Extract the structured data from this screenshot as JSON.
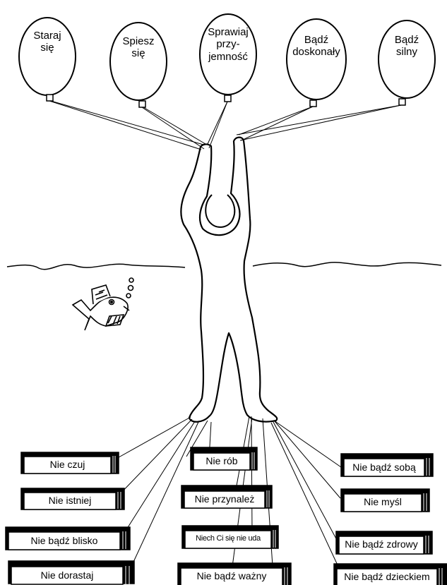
{
  "balloons": [
    {
      "lines": [
        "Staraj",
        "się"
      ]
    },
    {
      "lines": [
        "Spiesz",
        "się"
      ]
    },
    {
      "lines": [
        "Sprawiaj",
        "przy-",
        "jemność"
      ]
    },
    {
      "lines": [
        "Bądź",
        "doskonały"
      ]
    },
    {
      "lines": [
        "Bądź",
        "silny"
      ]
    }
  ],
  "weights": [
    {
      "label": "Nie czuj"
    },
    {
      "label": "Nie istniej"
    },
    {
      "label": "Nie bądź blisko"
    },
    {
      "label": "Nie dorastaj"
    },
    {
      "label": "Nie rób"
    },
    {
      "label": "Nie przynależ"
    },
    {
      "label": "Niech Ci się nie uda"
    },
    {
      "label": "Nie bądź ważny"
    },
    {
      "label": "Nie bądź sobą"
    },
    {
      "label": "Nie myśl"
    },
    {
      "label": "Nie bądź zdrowy"
    },
    {
      "label": "Nie bądź dzieckiem"
    }
  ]
}
